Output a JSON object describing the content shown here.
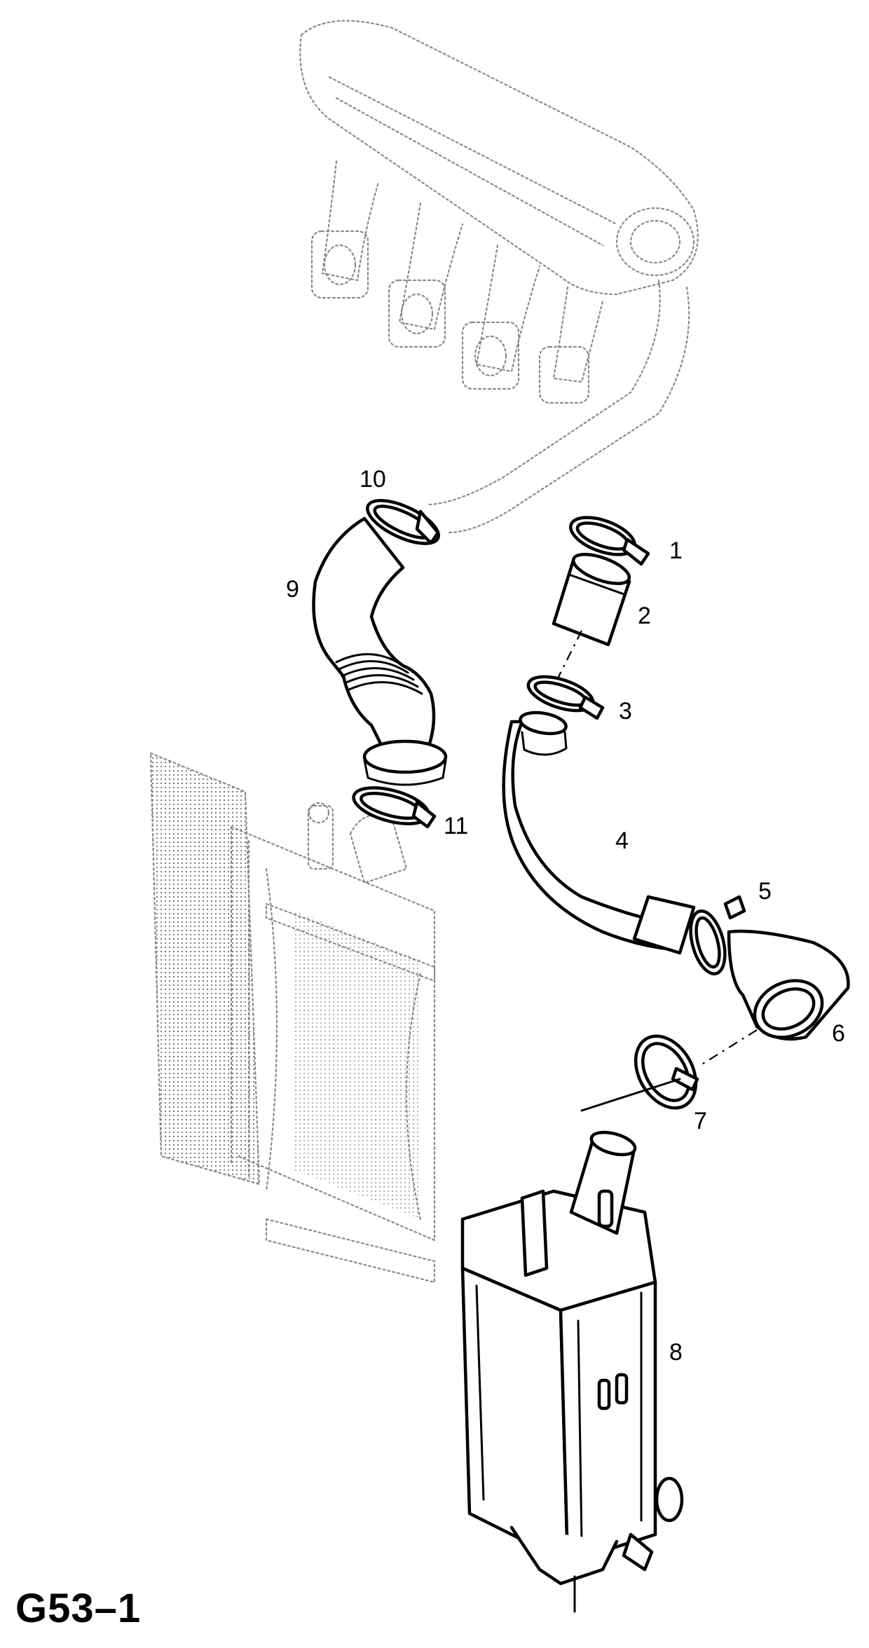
{
  "figure_code": "G53–1",
  "callouts": [
    {
      "id": "1",
      "label": "1"
    },
    {
      "id": "2",
      "label": "2"
    },
    {
      "id": "3",
      "label": "3"
    },
    {
      "id": "4",
      "label": "4"
    },
    {
      "id": "5",
      "label": "5"
    },
    {
      "id": "6",
      "label": "6"
    },
    {
      "id": "7",
      "label": "7"
    },
    {
      "id": "8",
      "label": "8"
    },
    {
      "id": "9",
      "label": "9"
    },
    {
      "id": "10",
      "label": "10"
    },
    {
      "id": "11",
      "label": "11"
    }
  ]
}
